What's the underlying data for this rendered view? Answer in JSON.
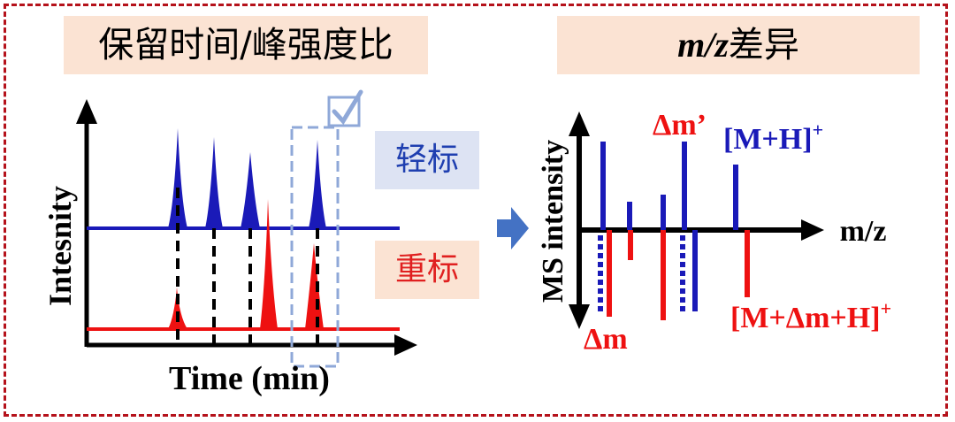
{
  "left_panel": {
    "banner": "保留时间/峰强度比",
    "y_label": "Intesnity",
    "x_label": "Time (min)",
    "light_tag": "轻标",
    "heavy_tag": "重标"
  },
  "right_panel": {
    "banner_italic": "m/z",
    "banner_rest": "差异",
    "y_label": "MS intensity",
    "x_label": "m/z",
    "delta_m_prime": "Δm’",
    "delta_m": "Δm",
    "ion_light": "[M+H]",
    "ion_light_charge": "+",
    "ion_heavy": "[M+Δm+H]",
    "ion_heavy_charge": "+"
  },
  "colors": {
    "light": "#1a1ab8",
    "heavy": "#ee1111",
    "frame": "#b5121b",
    "banner_bg": "#fbe3d3",
    "arrow": "#4472c4",
    "selection": "#8fa8d8"
  }
}
